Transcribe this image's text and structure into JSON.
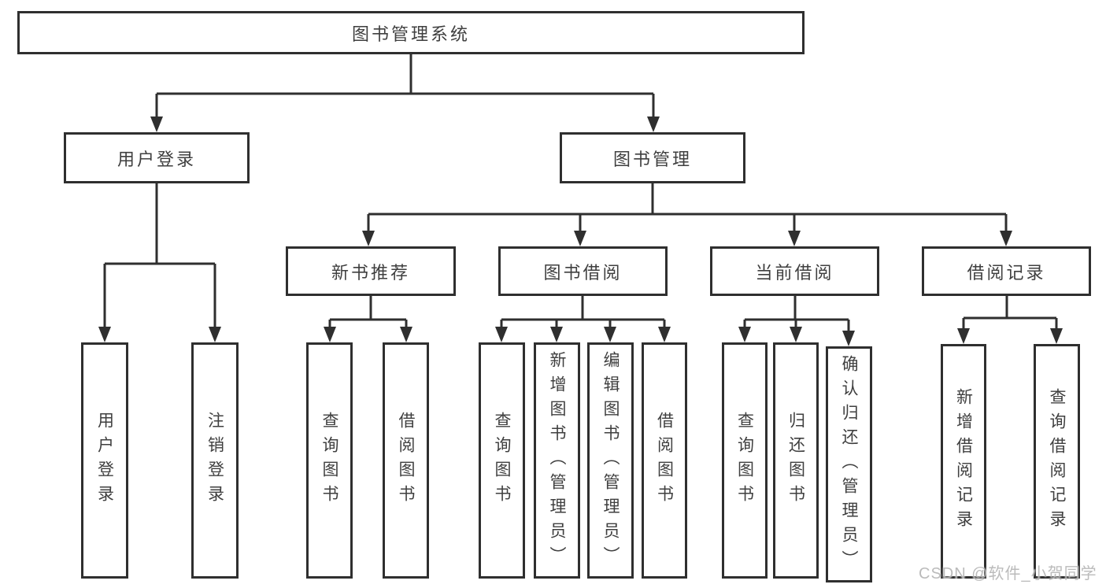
{
  "diagram": {
    "title": "图书管理系统",
    "nodes": {
      "root": "图书管理系统",
      "user_login": "用户登录",
      "book_mgmt": "图书管理",
      "new_book_rec": "新书推荐",
      "book_borrow": "图书借阅",
      "current_borrow": "当前借阅",
      "borrow_records": "借阅记录",
      "leaf_user_login": "用户登录",
      "leaf_logout": "注销登录",
      "leaf_query_book_rec": "查询图书",
      "leaf_borrow_book_rec": "借阅图书",
      "leaf_query_book_borrow": "查询图书",
      "leaf_add_book_admin": "新增图书（管理员）",
      "leaf_edit_book_admin": "编辑图书（管理员）",
      "leaf_borrow_book_borrow": "借阅图书",
      "leaf_query_book_current": "查询图书",
      "leaf_return_book": "归还图书",
      "leaf_confirm_return_admin": "确认归还（管理员）",
      "leaf_add_borrow_record": "新增借阅记录",
      "leaf_query_borrow_record": "查询借阅记录"
    },
    "colors": {
      "line": "#2f2f2f",
      "text": "#3f3f3f",
      "background": "#ffffff",
      "watermark": "#afafaf"
    }
  },
  "watermark": "CSDN @软件_小贺同学"
}
